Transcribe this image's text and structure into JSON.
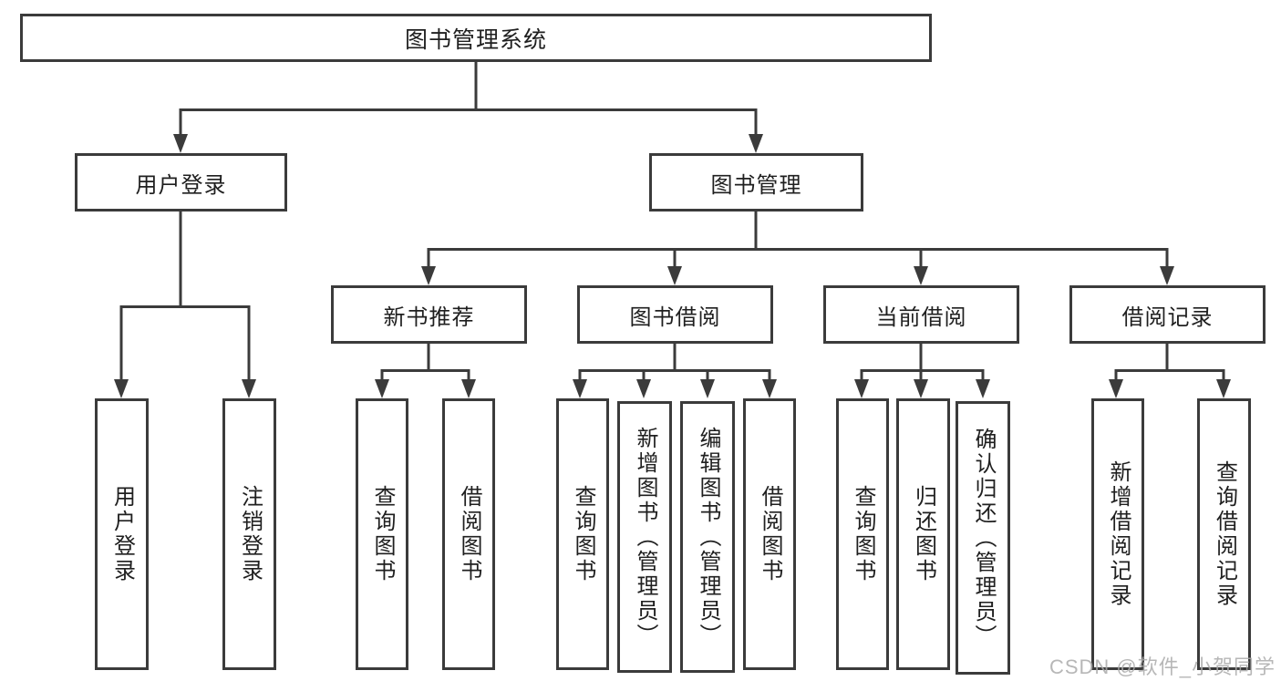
{
  "diagram": {
    "root": {
      "label": "图书管理系统"
    },
    "level2": [
      {
        "id": "user-login",
        "label": "用户登录"
      },
      {
        "id": "book-management",
        "label": "图书管理"
      }
    ],
    "level3": [
      {
        "id": "new-book-recommend",
        "label": "新书推荐"
      },
      {
        "id": "book-borrowing",
        "label": "图书借阅"
      },
      {
        "id": "current-borrowing",
        "label": "当前借阅"
      },
      {
        "id": "borrowing-records",
        "label": "借阅记录"
      }
    ],
    "leaves": [
      {
        "id": "user-login-leaf",
        "label": "用户登录"
      },
      {
        "id": "logout",
        "label": "注销登录"
      },
      {
        "id": "query-books-1",
        "label": "查询图书"
      },
      {
        "id": "borrow-books-1",
        "label": "借阅图书"
      },
      {
        "id": "query-books-2",
        "label": "查询图书"
      },
      {
        "id": "add-books-admin",
        "label": "新增图书（管理员）"
      },
      {
        "id": "edit-books-admin",
        "label": "编辑图书（管理员）"
      },
      {
        "id": "borrow-books-2",
        "label": "借阅图书"
      },
      {
        "id": "query-books-3",
        "label": "查询图书"
      },
      {
        "id": "return-books",
        "label": "归还图书"
      },
      {
        "id": "confirm-return-admin",
        "label": "确认归还（管理员）"
      },
      {
        "id": "add-borrow-record",
        "label": "新增借阅记录"
      },
      {
        "id": "query-borrow-record",
        "label": "查询借阅记录"
      }
    ],
    "watermark": "CSDN @软件_小贺同学",
    "colors": {
      "line": "#3b3b3b",
      "text": "#1f1f1f",
      "watermark": "#aaaaaa",
      "background": "#ffffff"
    }
  }
}
